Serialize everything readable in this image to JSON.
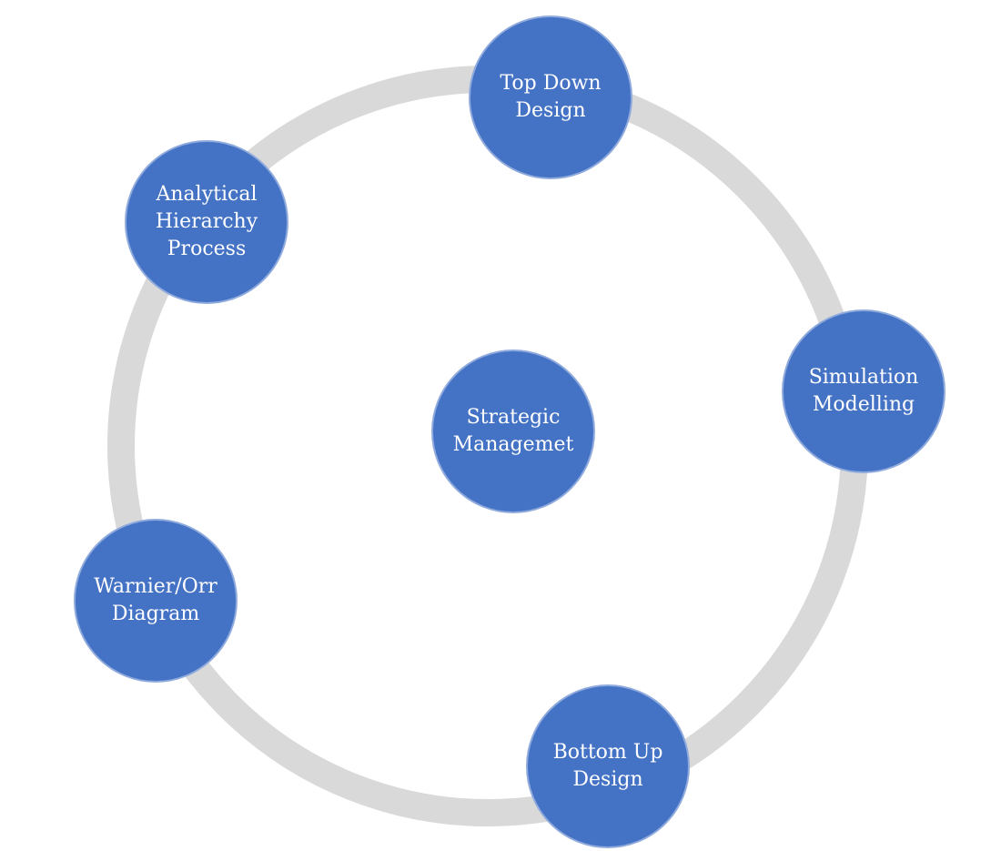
{
  "colors": {
    "node_fill": "#4472c4",
    "node_outline": "#8faadc",
    "ring": "#d9d9d9",
    "text": "#ffffff"
  },
  "center": {
    "line1": "Strategic",
    "line2": "Managemet"
  },
  "nodes": {
    "top_down": {
      "line1": "Top Down",
      "line2": "Design"
    },
    "simulation": {
      "line1": "Simulation",
      "line2": "Modelling"
    },
    "bottom_up": {
      "line1": "Bottom Up",
      "line2": "Design"
    },
    "warnier": {
      "line1": "Warnier/Orr",
      "line2": "Diagram"
    },
    "ahp": {
      "line1": "Analytical",
      "line2": "Hierarchy",
      "line3": "Process"
    }
  }
}
